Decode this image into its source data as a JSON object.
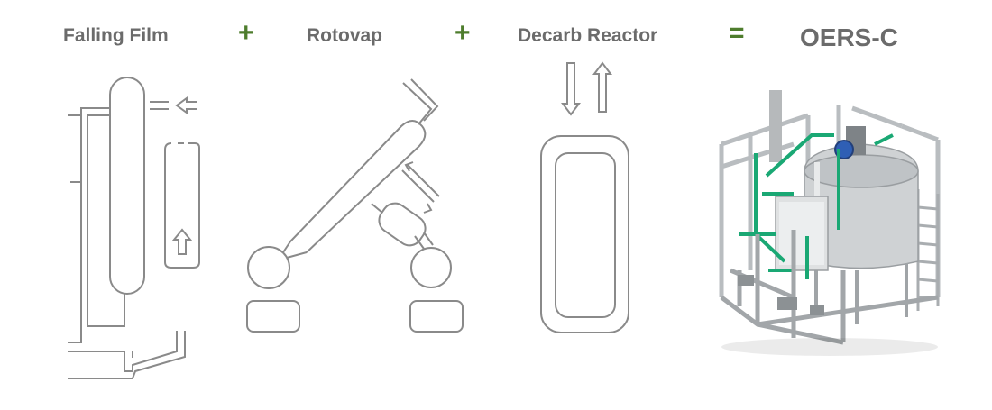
{
  "labels": {
    "falling_film": "Falling Film",
    "rotovap": "Rotovap",
    "decarb_reactor": "Decarb Reactor",
    "result": "OERS-C"
  },
  "operators": {
    "plus1": "+",
    "plus2": "+",
    "equals": "="
  },
  "colors": {
    "label_gray": "#6b6b6b",
    "operator_green": "#4e7d2d",
    "line_gray": "#8a8a8a",
    "pipe_green": "#1aa874",
    "steel": "#c9ccce"
  }
}
